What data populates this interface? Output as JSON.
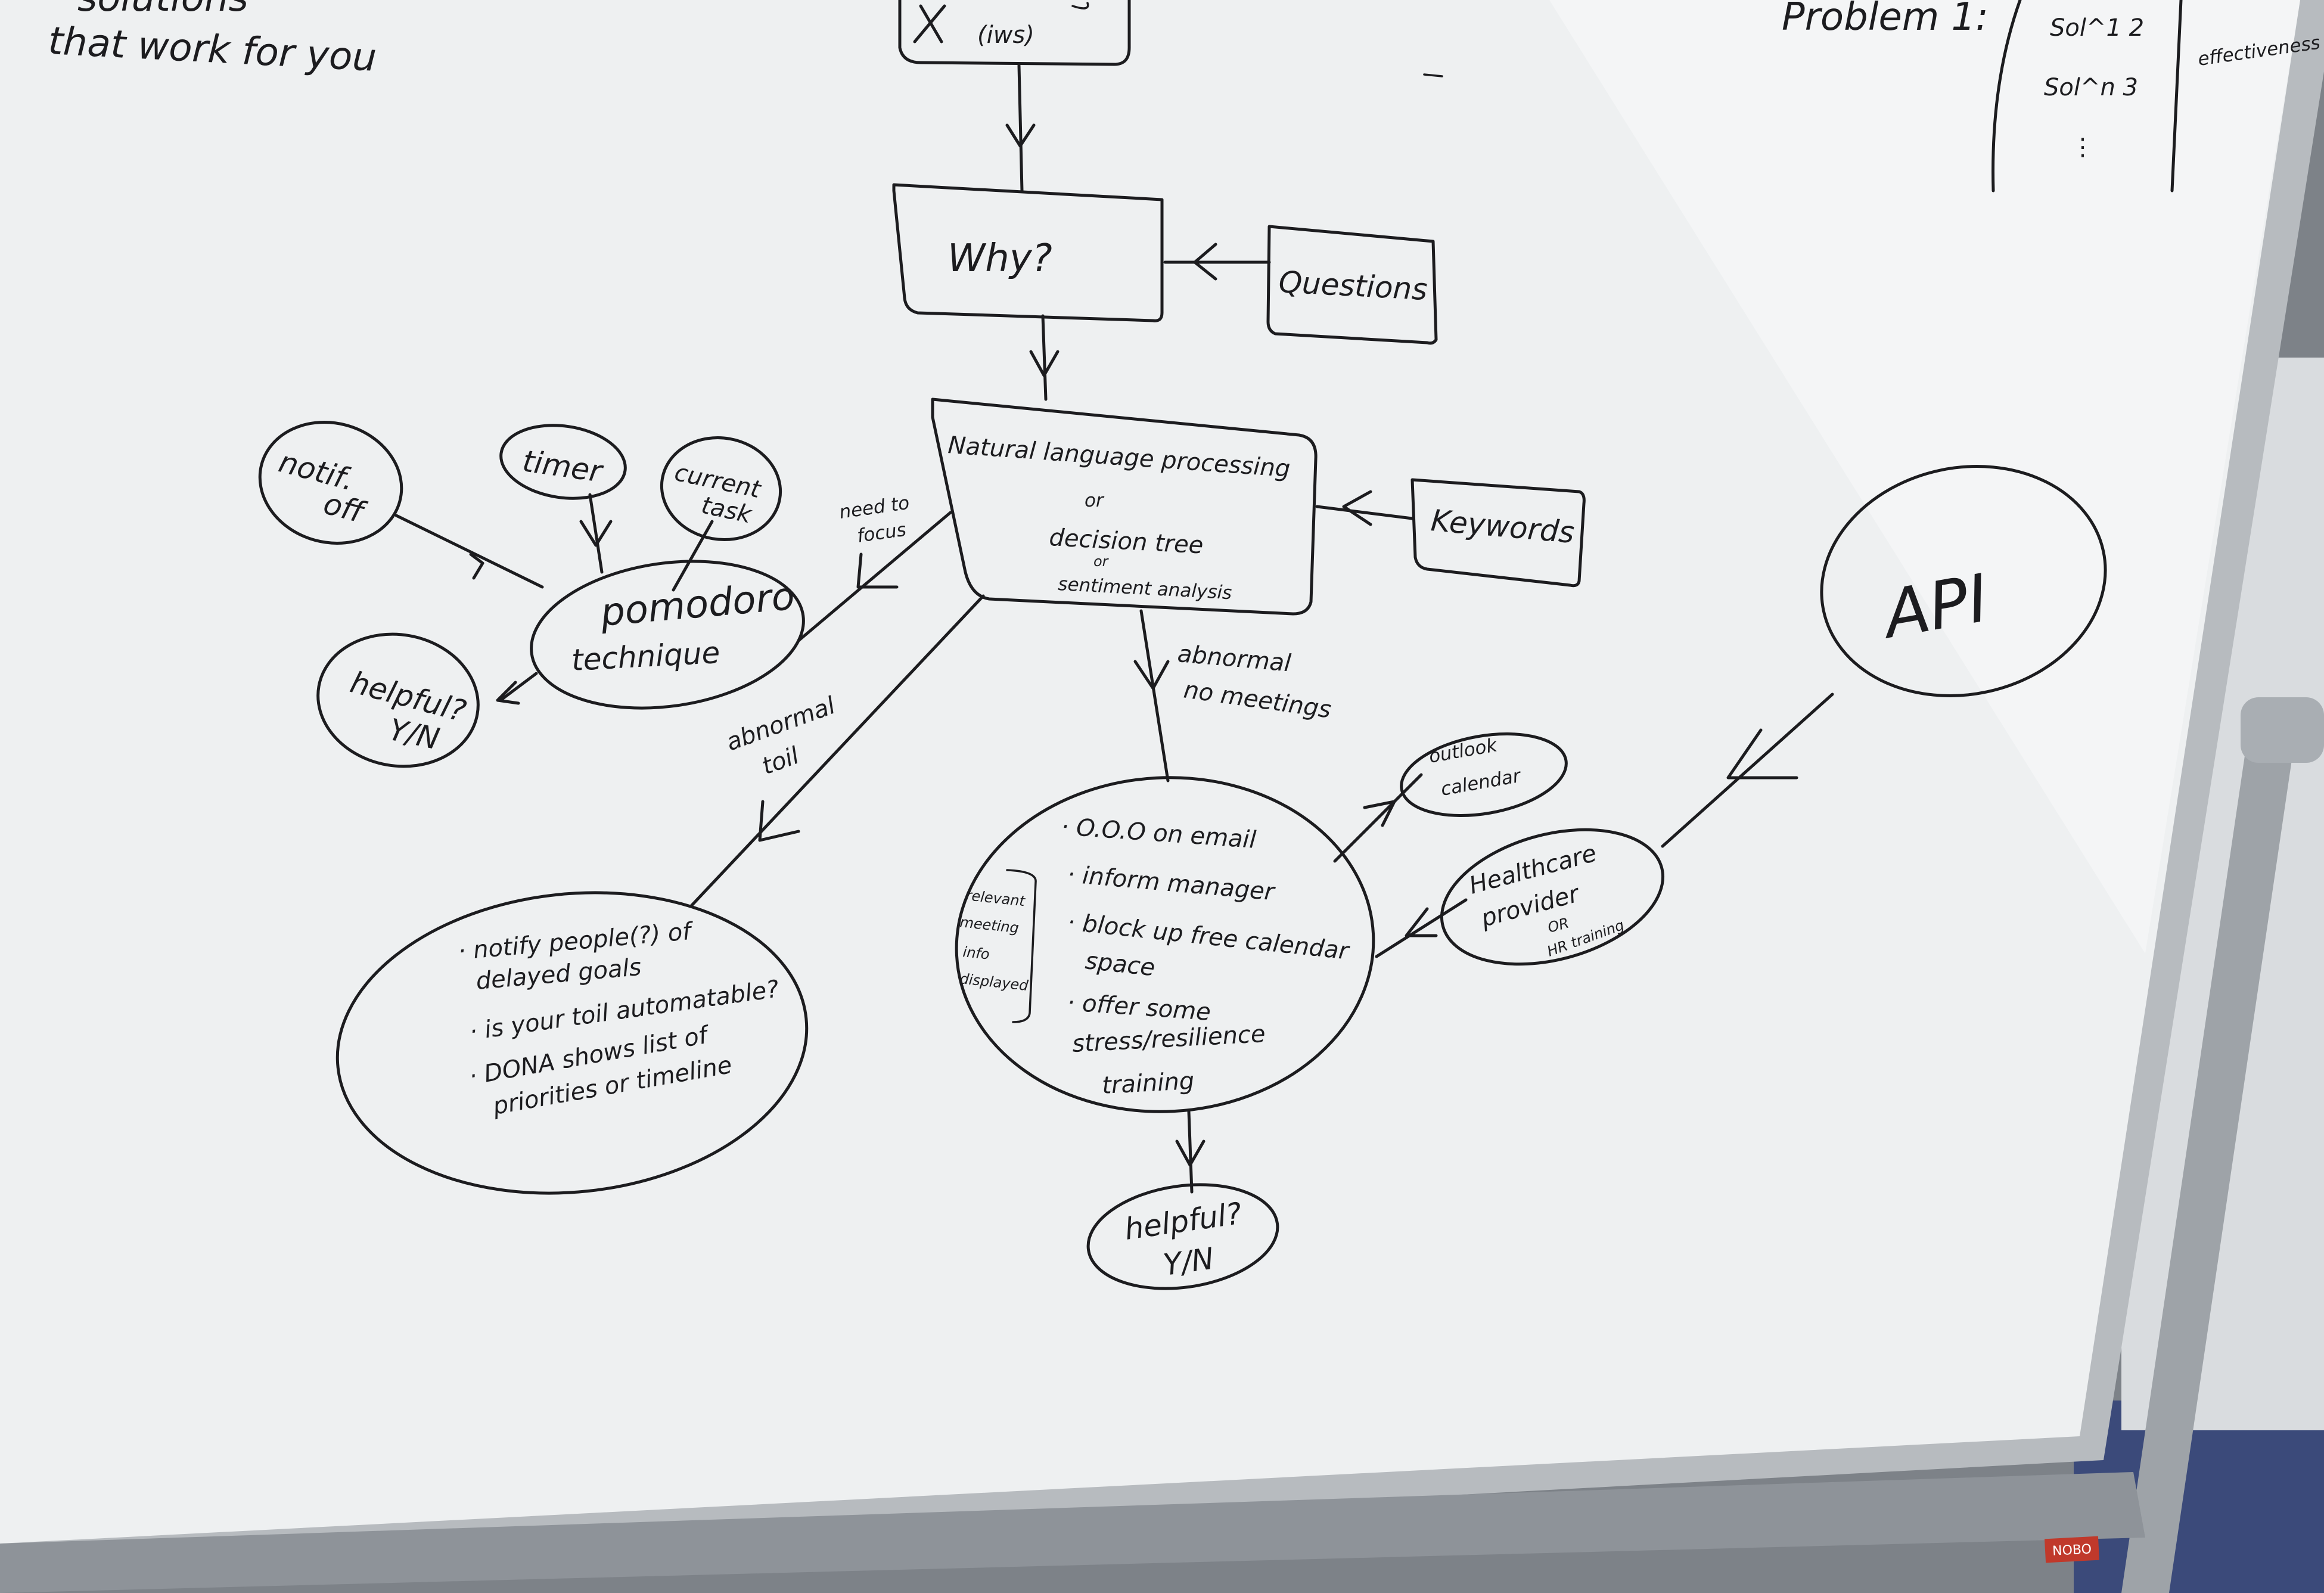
{
  "board": {
    "top_left": [
      "solutions",
      "that work for you"
    ],
    "top_right": {
      "problem": "Problem 1:",
      "solutions": [
        "Sol^1  2",
        "Sol^n  3",
        "⋮"
      ],
      "column_label": "effectiveness"
    },
    "brand_badge": "NOBO"
  },
  "nodes": {
    "top_box": "(iws)",
    "why": "Why?",
    "questions": "Questions",
    "nlp": {
      "line1": "Natural language processing",
      "line2": "or",
      "line3": "decision tree",
      "line4": "or",
      "line5": "sentiment analysis"
    },
    "keywords": "Keywords",
    "api": "API",
    "notif_off": [
      "notif.",
      "off"
    ],
    "timer": "timer",
    "current_task": [
      "current",
      "task"
    ],
    "pomodoro": [
      "pomodoro",
      "technique"
    ],
    "helpful_left": [
      "helpful?",
      "Y/N"
    ],
    "outlook": [
      "outlook",
      "calendar"
    ],
    "healthcare": [
      "Healthcare",
      "provider",
      "OR",
      "HR training"
    ],
    "toil": [
      "· notify people(?) of",
      "delayed goals",
      "· is your toil automatable?",
      "· DONA shows list of",
      "priorities or timeline"
    ],
    "meetings": [
      "· O.O.O on email",
      "· inform manager",
      "· block up free calendar",
      "space",
      "· offer some",
      "stress/resilience",
      "training"
    ],
    "meeting_side": [
      "relevant",
      "meeting",
      "info",
      "displayed"
    ],
    "helpful_bottom": [
      "helpful?",
      "Y/N"
    ]
  },
  "edge_labels": {
    "need_to_focus": [
      "need to",
      "focus"
    ],
    "abnormal_toil": [
      "abnormal",
      "toil"
    ],
    "abnormal_meetings": [
      "abnormal",
      "no meetings"
    ]
  }
}
